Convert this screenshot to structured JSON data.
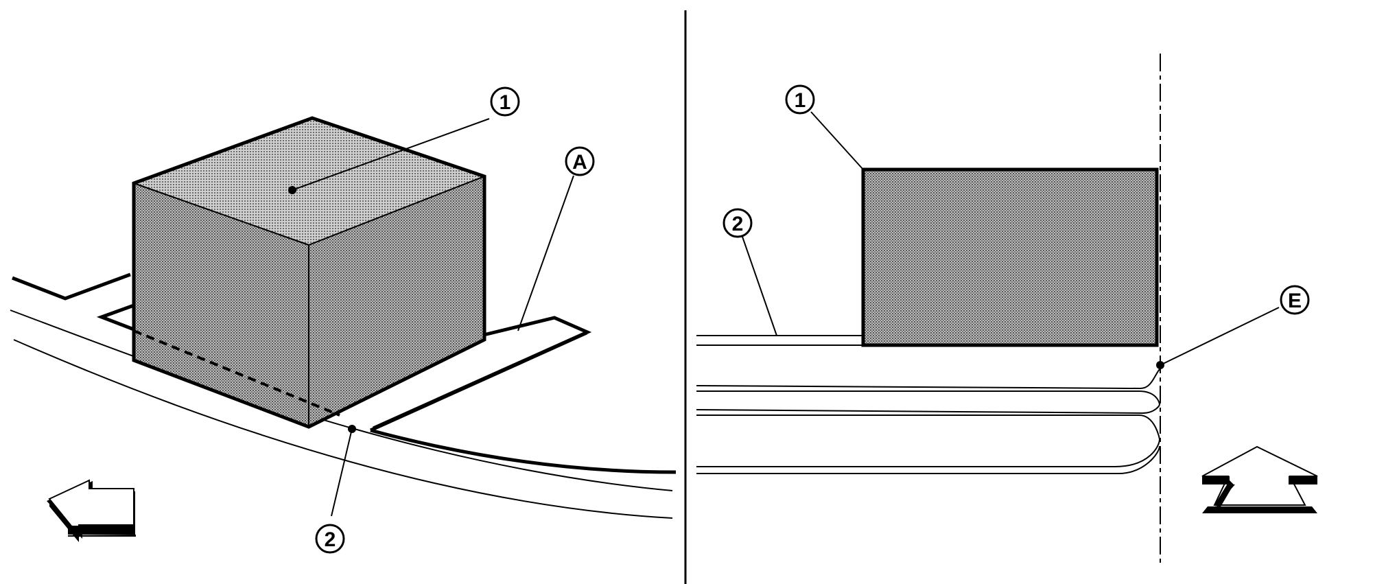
{
  "colors": {
    "line": "#000000",
    "background": "#ffffff",
    "component_fill": "#aaaaaa"
  },
  "left_view": {
    "callouts": {
      "component": "1",
      "harness": "2",
      "reference_a": "A"
    },
    "direction_icon": "front-direction-arrow-icon"
  },
  "right_view": {
    "callouts": {
      "component": "1",
      "harness": "2",
      "reference_e": "E"
    },
    "direction_icon": "view-direction-arrow-icon"
  }
}
